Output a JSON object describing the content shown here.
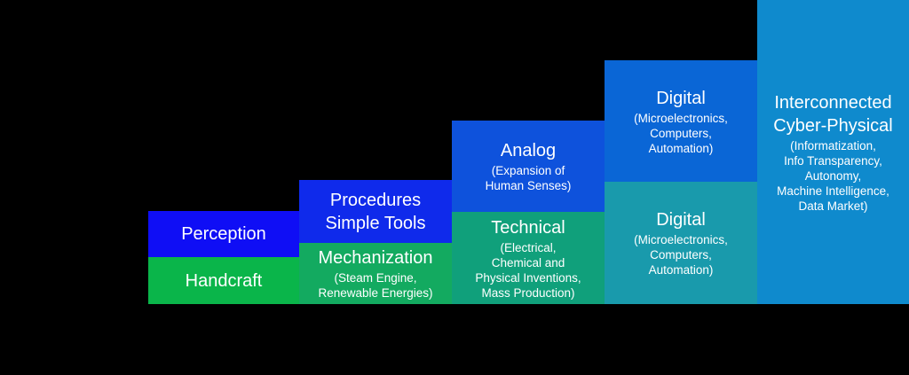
{
  "canvas": {
    "background_color": "#000000",
    "text_color": "#ffffff"
  },
  "diagram": {
    "description": "staircase-of-technology-stages",
    "stages": [
      {
        "name": "stage-1",
        "blocks": [
          {
            "title": "Perception",
            "subtitle": "",
            "color": "#0f0ef5"
          },
          {
            "title": "Handcraft",
            "subtitle": "",
            "color": "#0ab54a"
          }
        ]
      },
      {
        "name": "stage-2",
        "blocks": [
          {
            "title": "Procedures\nSimple Tools",
            "subtitle": "",
            "color": "#0f2aeb"
          },
          {
            "title": "Mechanization",
            "subtitle": "(Steam Engine,\nRenewable Energies)",
            "color": "#13aa60"
          }
        ]
      },
      {
        "name": "stage-3",
        "blocks": [
          {
            "title": "Analog",
            "subtitle": "(Expansion of\nHuman Senses)",
            "color": "#0e52dc"
          },
          {
            "title": "Technical",
            "subtitle": "(Electrical,\nChemical and\nPhysical Inventions,\nMass Production)",
            "color": "#10a07b"
          }
        ]
      },
      {
        "name": "stage-4",
        "blocks": [
          {
            "title": "Digital",
            "subtitle": "(Microelectronics,\nComputers,\nAutomation)",
            "color": "#0a66d6"
          },
          {
            "title": "Digital",
            "subtitle": "(Microelectronics,\nComputers,\nAutomation)",
            "color": "#199aac"
          }
        ]
      },
      {
        "name": "stage-5",
        "blocks": [
          {
            "title": "Interconnected\nCyber-Physical",
            "subtitle": "(Informatization,\nInfo Transparency,\nAutonomy,\nMachine Intelligence,\nData Market)",
            "color": "#0f8acd"
          }
        ]
      }
    ]
  }
}
